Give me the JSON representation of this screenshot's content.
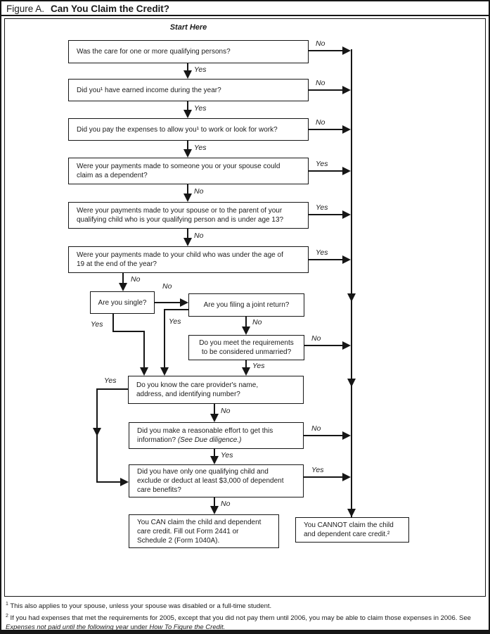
{
  "title": {
    "prefix": "Figure A.",
    "main": "Can You Claim the Credit?"
  },
  "start_here": "Start Here",
  "labels": {
    "yes": "Yes",
    "no": "No"
  },
  "questions": {
    "q1": {
      "text": "Was the care for one or more qualifying persons?"
    },
    "q2": {
      "text": "Did you¹ have earned income during the year?"
    },
    "q3": {
      "text": "Did you pay the expenses to allow you¹ to work or look for work?"
    },
    "q4": {
      "lines": [
        "Were your payments made to someone you or your spouse could",
        "claim as a dependent?"
      ]
    },
    "q5": {
      "lines": [
        "Were your payments made to your spouse or to the parent of your",
        "qualifying child who is your qualifying person and is under age 13?"
      ]
    },
    "q6": {
      "lines": [
        "Were your payments made to your child who was under the age of",
        "19 at the end of the year?"
      ]
    },
    "q7": {
      "text": "Are you single?"
    },
    "q8": {
      "text": "Are you filing a joint return?"
    },
    "q9": {
      "lines": [
        "Do you meet the requirements",
        "to be considered unmarried?"
      ]
    },
    "q10": {
      "lines": [
        "Do you know the care provider's name,",
        "address, and identifying number?"
      ]
    },
    "q11": {
      "line1": "Did you make a reasonable effort to get this",
      "line2_normal": "information? ",
      "line2_italic": "(See Due diligence.)"
    },
    "q12": {
      "lines": [
        "Did you have only one qualifying child and",
        "exclude or deduct at least $3,000 of dependent",
        "care benefits?"
      ]
    }
  },
  "results": {
    "can": {
      "lines": [
        "You CAN claim the child and dependent",
        "care credit. Fill out Form 2441 or",
        "Schedule 2 (Form 1040A)."
      ]
    },
    "cannot": {
      "lines": [
        "You CANNOT claim the child",
        "and dependent care credit.²"
      ]
    }
  },
  "footnotes": {
    "f1": {
      "sup": "1",
      "text": "This also applies to your spouse, unless your spouse was disabled or a full-time student."
    },
    "f2": {
      "sup": "2",
      "text_1": "If you had expenses that met the requirements for 2005, except that you did not pay them until 2006, you may be able to claim those expenses in 2006. See ",
      "italic_1": "Expenses not paid until the following year",
      "text_2": " under ",
      "italic_2": "How To Figure the Credit."
    }
  }
}
